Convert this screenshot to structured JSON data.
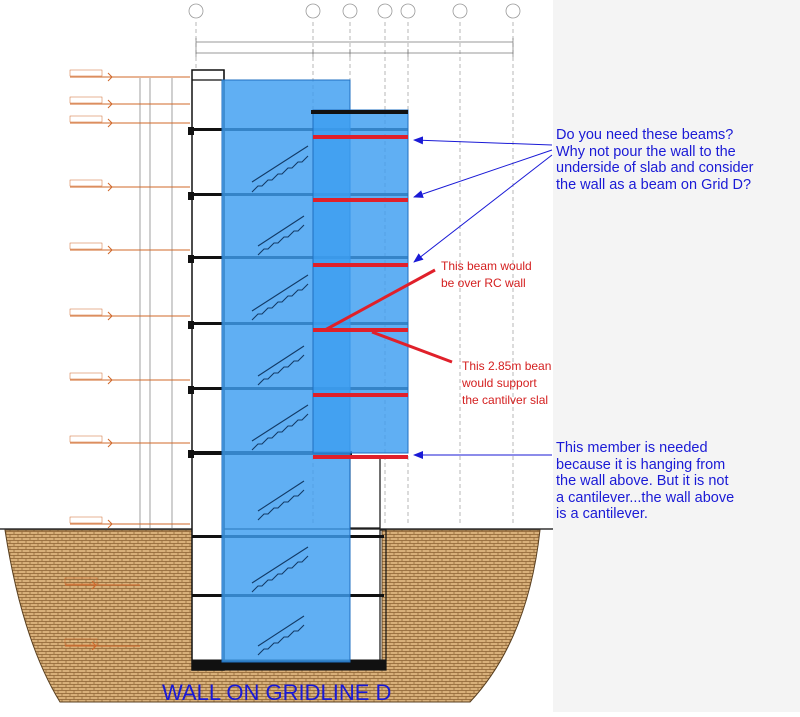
{
  "annotations": {
    "beams_question": [
      "Do you need these beams?",
      "Why not pour the wall to the",
      "underside of slab and consider",
      "the wall as a beam on Grid D?"
    ],
    "member_note": [
      "This member is needed",
      "because it is hanging from",
      "the wall above.  But it is not",
      "a cantilever...the wall above",
      "is a cantilever."
    ],
    "rc_wall_note": [
      "This beam would",
      "be over RC wall"
    ],
    "cantilever_note": [
      "This 2.85m bean",
      "would support",
      "the cantilver slal"
    ]
  },
  "drawing_title": "WALL ON GRIDLINE D",
  "colors": {
    "note_text": "#1a1ad6",
    "beam_highlight": "#e0202a",
    "wall_fill": "#3d9ef0",
    "soil": "#c49a5e",
    "level_marks": "#d0682a"
  },
  "icons": [
    "arrow-icon"
  ]
}
